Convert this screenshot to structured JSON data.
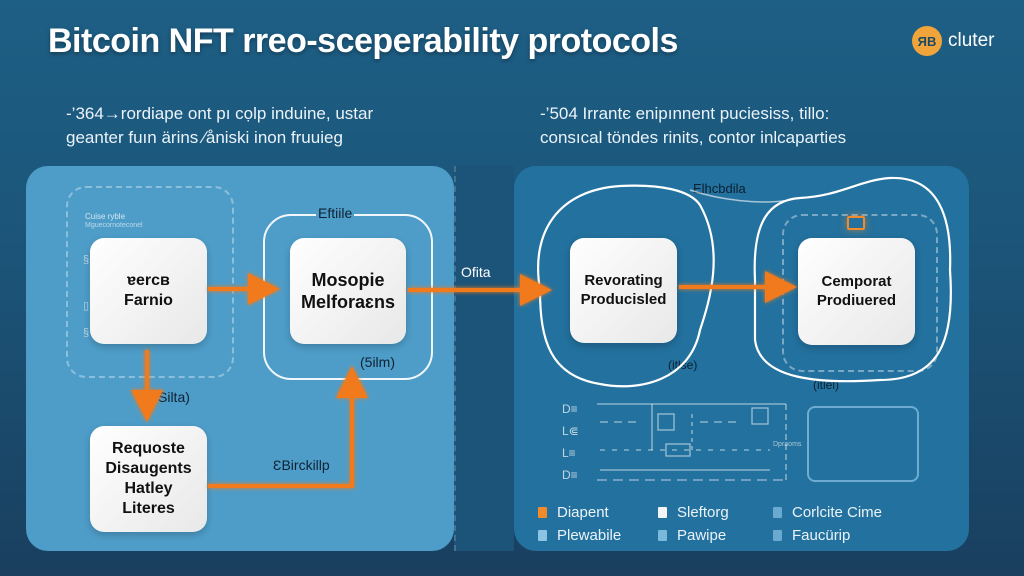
{
  "header": {
    "title": "Bitcoin NFT rreo-sceperability protocols",
    "brand": {
      "logo_glyph": "ЯB",
      "name": "cluter",
      "logo_color": "#f0a43a"
    }
  },
  "captions": {
    "left": [
      "-’364→rordiape ont pı cọlp induine, ustar",
      "geanter fuın ärins ∕åniski inon  fruuieg"
    ],
    "right": [
      "-’504 Irrantє enipınnent puciesiss, tillo:",
      "consıcal töndes rinits, contor inlcaparties"
    ]
  },
  "left_panel": {
    "dashed_group": {
      "caption_line1": "Cuise ryble",
      "caption_line2": "Mguecornoteconel"
    },
    "nodes": [
      {
        "id": "farnio",
        "lines": [
          "ɐercʙ",
          "Farnio"
        ]
      },
      {
        "id": "mosopie",
        "lines": [
          "Mosopie",
          "Melforaɛns"
        ]
      },
      {
        "id": "requoste",
        "lines": [
          "Requoste",
          "Disaugents",
          "Hatley",
          "Literes"
        ]
      }
    ],
    "outline_label_top": "Eftiile",
    "outline_label_bottom": "(5ilm)",
    "edge_labels": {
      "down": "Silta)",
      "up": "ƐBirckillp"
    }
  },
  "connector_label": "Ofita",
  "right_panel": {
    "loop_label": "Elhcbdila",
    "nodes": [
      {
        "id": "revorating",
        "lines": [
          "Revorating",
          "Producisled"
        ],
        "sub_label": "(itlse)"
      },
      {
        "id": "cemporat",
        "lines": [
          "Cemporat",
          "Prodiuered"
        ],
        "sub_label": "(itlel)"
      }
    ],
    "schematic_label": "Dpraoms"
  },
  "legend": [
    {
      "label": "Diapent",
      "color": "#f08a2a"
    },
    {
      "label": "Sleftorg",
      "color": "#f2f4f6"
    },
    {
      "label": "Corlcite Cime",
      "color": "#6aaad0"
    },
    {
      "label": "Plewabile",
      "color": "#8cc4e4"
    },
    {
      "label": "Pawipe",
      "color": "#7ab8dc"
    },
    {
      "label": "Faucürip",
      "color": "#6aaad0"
    }
  ],
  "colors": {
    "arrow": "#f07a1e",
    "panel_left": "#4e9dc9",
    "panel_right": "#23719e",
    "background": "#1b5478"
  }
}
